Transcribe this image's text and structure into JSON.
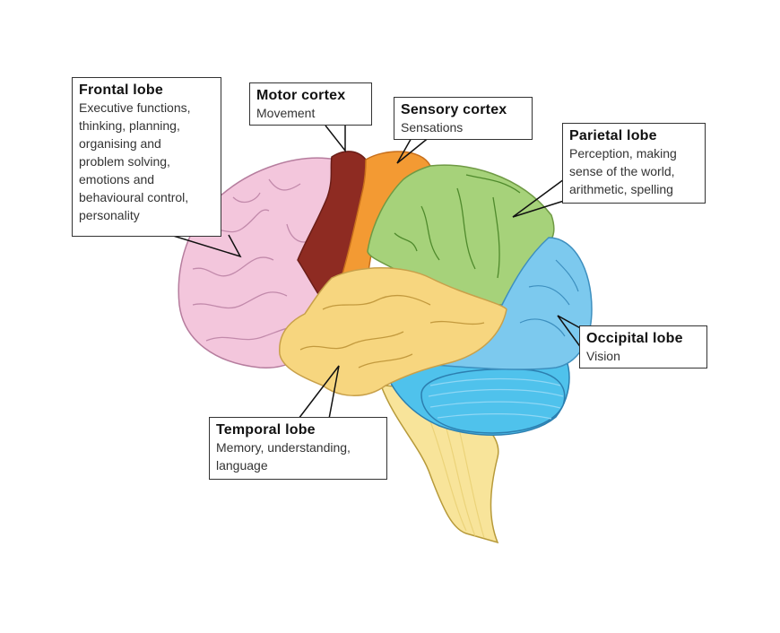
{
  "diagram": {
    "title": "Lobes of the brain",
    "regions": {
      "frontal": {
        "title": "Frontal lobe",
        "desc": "Executive functions,\nthinking, planning,\norganising and\nproblem solving,\nemotions and\nbehavioural control,\npersonality",
        "color": "#f3c6dc"
      },
      "motor": {
        "title": "Motor cortex",
        "desc": "Movement",
        "color": "#8e2b22"
      },
      "sensory": {
        "title": "Sensory cortex",
        "desc": "Sensations",
        "color": "#f39a33"
      },
      "parietal": {
        "title": "Parietal lobe",
        "desc": "Perception, making\nsense of the world,\narithmetic, spelling",
        "color": "#a6d27a"
      },
      "occipital": {
        "title": "Occipital lobe",
        "desc": "Vision",
        "color": "#7cc9ee"
      },
      "temporal": {
        "title": "Temporal lobe",
        "desc": "Memory, understanding,\nlanguage",
        "color": "#f7d67f"
      },
      "cerebellum": {
        "color": "#4fc2ec"
      },
      "brainstem": {
        "color": "#f8e49a"
      }
    }
  }
}
